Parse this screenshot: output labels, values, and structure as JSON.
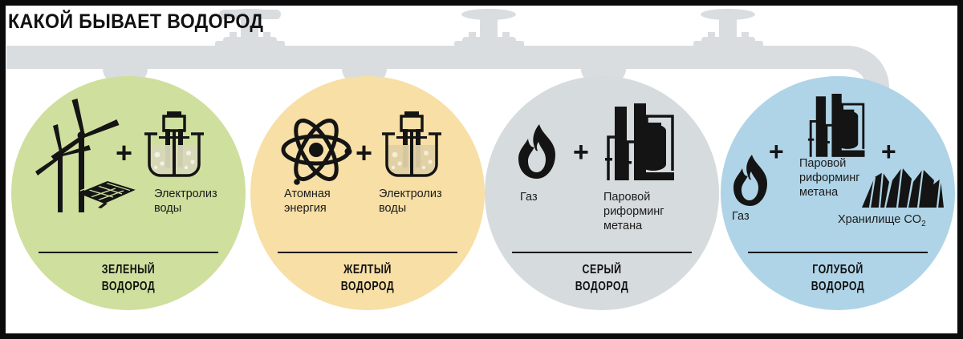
{
  "header": {
    "title": "КАКОЙ БЫВАЕТ ВОДОРОД"
  },
  "decor": {
    "pipe_color": "#d8dcdd",
    "pipe_name": "gas-pipeline-with-valves"
  },
  "cards": [
    {
      "id": "green",
      "color": "#cfdf9e",
      "name_line1": "ЗЕЛЕНЫЙ",
      "name_line2": "ВОДОРОД",
      "plus": "+",
      "inputs": [
        {
          "icon": "wind-turbine-solar-panel-icon",
          "caption": ""
        },
        {
          "icon": "electrolysis-beaker-icon",
          "caption": "Электролиз\nводы"
        }
      ]
    },
    {
      "id": "yellow",
      "color": "#f7dfa5",
      "name_line1": "ЖЕЛТЫЙ",
      "name_line2": "ВОДОРОД",
      "plus": "+",
      "inputs": [
        {
          "icon": "atom-icon",
          "caption": "Атомная\nэнергия"
        },
        {
          "icon": "electrolysis-beaker-icon",
          "caption": "Электролиз\nводы"
        }
      ]
    },
    {
      "id": "grey",
      "color": "#d6dbdd",
      "name_line1": "СЕРЫЙ",
      "name_line2": "ВОДОРОД",
      "plus": "+",
      "inputs": [
        {
          "icon": "flame-icon",
          "caption": "Газ"
        },
        {
          "icon": "refinery-plant-icon",
          "caption": "Паровой\nриформинг\nметана"
        }
      ]
    },
    {
      "id": "blue",
      "color": "#afd4e7",
      "name_line1": "ГОЛУБОЙ",
      "name_line2": "ВОДОРОД",
      "plus": "+",
      "plus2": "+",
      "inputs": [
        {
          "icon": "flame-icon",
          "caption": "Газ"
        },
        {
          "icon": "refinery-plant-icon",
          "caption": "Паровой\nриформинг\nметана"
        },
        {
          "icon": "co2-storage-rocks-icon",
          "caption_main": "Хранилище CO",
          "caption_sub": "2"
        }
      ]
    }
  ]
}
